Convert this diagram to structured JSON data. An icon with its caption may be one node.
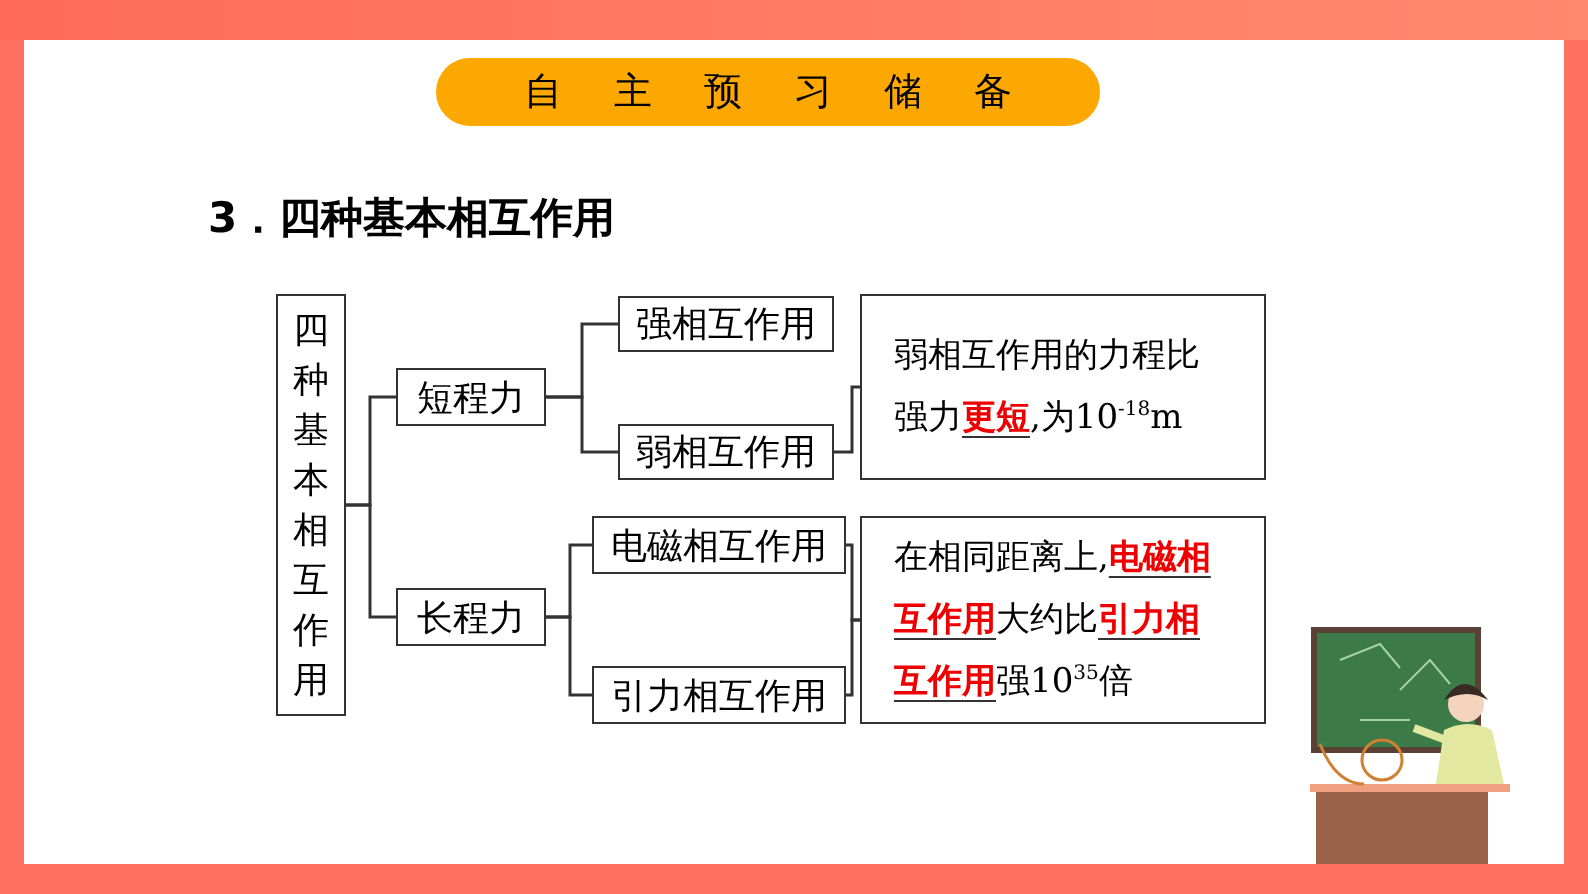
{
  "diagram": {
    "title": "3．四种基本相互作用",
    "nodes": [
      {
        "text": [
          "四种基本相互作用"
        ]
      },
      {
        "text": [
          "短程力"
        ]
      },
      {
        "text": [
          "长程力"
        ]
      },
      {
        "text": [
          "强相互作用"
        ]
      },
      {
        "text": [
          "弱相互作用"
        ]
      },
      {
        "text": [
          "电磁相互作用"
        ]
      },
      {
        "text": [
          "引力相互作用"
        ]
      },
      {
        "text": [
          "弱相互作用的力程比强力**更短**,为10$^{-18}$m"
        ]
      },
      {
        "text": [
          "在相同距离上,**电磁相互作用**大约比**引力相互作用**强10$^{35}$倍"
        ]
      }
    ],
    "edges": [
      {
        "from": 0,
        "to": 1,
        "arrow": "none"
      },
      {
        "from": 0,
        "to": 2,
        "arrow": "none"
      },
      {
        "from": 1,
        "to": 3,
        "arrow": "none"
      },
      {
        "from": 1,
        "to": 4,
        "arrow": "none"
      },
      {
        "from": 2,
        "to": 5,
        "arrow": "none"
      },
      {
        "from": 2,
        "to": 6,
        "arrow": "none"
      },
      {
        "from": 4,
        "to": 7,
        "arrow": "none"
      },
      {
        "from": 5,
        "to": 8,
        "arrow": "none"
      },
      {
        "from": 6,
        "to": 8,
        "arrow": "none"
      }
    ],
    "labels": [
      "自主预习储备"
    ]
  }
}
